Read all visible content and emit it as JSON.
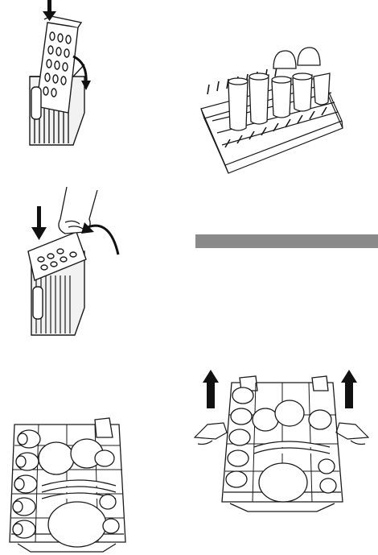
{
  "section_band": {
    "title": "",
    "color": "#8a8a8a"
  },
  "figures": [
    {
      "name": "cutlery-basket-lid-opening",
      "icons": [
        "down-arrow-icon",
        "rotate-arrow-icon"
      ]
    },
    {
      "name": "cups-rack-with-glasses",
      "icons": []
    },
    {
      "name": "cutlery-basket-lid-closing",
      "icons": [
        "hand-icon",
        "down-arrow-icon",
        "rotate-arrow-icon"
      ]
    },
    {
      "name": "lower-basket-loaded",
      "icons": []
    },
    {
      "name": "upper-basket-height-adjust",
      "icons": [
        "up-arrow-icon",
        "hand-icon"
      ]
    }
  ],
  "colors": {
    "line": "#1a1a1a",
    "fill_light": "#f2f2f2",
    "arrow": "#111111",
    "band": "#8a8a8a"
  }
}
